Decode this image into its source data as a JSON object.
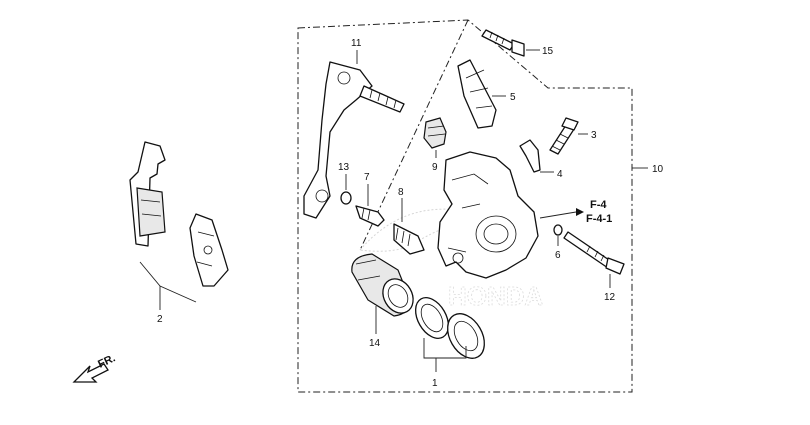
{
  "callouts": {
    "c1": "1",
    "c2": "2",
    "c3": "3",
    "c4": "4",
    "c5": "5",
    "c6": "6",
    "c7": "7",
    "c8": "8",
    "c9": "9",
    "c10": "10",
    "c11": "11",
    "c12": "12",
    "c13": "13",
    "c14": "14",
    "c15": "15"
  },
  "references": {
    "ref_a": "F-4",
    "ref_b": "F-4-1"
  },
  "direction": {
    "label": "FR.",
    "icon": "front-arrow-icon"
  },
  "watermark": {
    "text": "HONDA"
  }
}
